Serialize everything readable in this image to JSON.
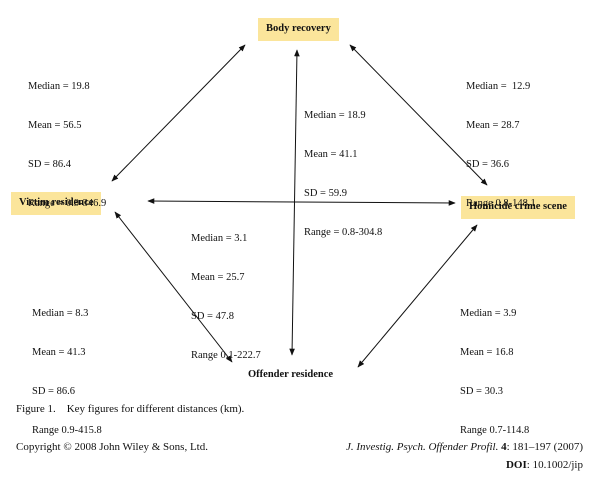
{
  "nodes": {
    "body_recovery": "Body recovery",
    "victim_residence": "Victim residence",
    "homicide_scene": "Homicide crime scene",
    "offender_residence": "Offender residence"
  },
  "edges": {
    "victim_body": [
      "Median = 19.8",
      "Mean = 56.5",
      "SD = 86.4",
      "Range = 0.9-346.9"
    ],
    "body_homicide": [
      "Median =  12.9",
      "Mean = 28.7",
      "SD = 36.6",
      "Range 0.8-148.1"
    ],
    "body_offender": [
      "Median = 18.9",
      "Mean = 41.1",
      "SD = 59.9",
      "Range = 0.8-304.8"
    ],
    "victim_homicide": [
      "Median = 3.1",
      "Mean = 25.7",
      "SD = 47.8",
      "Range 0.1-222.7"
    ],
    "victim_offender": [
      "Median = 8.3",
      "Mean = 41.3",
      "SD = 86.6",
      "Range 0.9-415.8"
    ],
    "homicide_offender": [
      "Median = 3.9",
      "Mean = 16.8",
      "SD = 30.3",
      "Range 0.7-114.8"
    ]
  },
  "caption": "Figure 1.    Key figures for different distances (km).",
  "footer": {
    "copyright": "Copyright © 2008 John Wiley & Sons, Ltd.",
    "journal": "J. Investig. Psych. Offender Profil.",
    "volume": "4",
    "pages": ": 181–197 (2007)",
    "doi_label": "DOI",
    "doi_value": ": 10.1002/jip"
  },
  "colors": {
    "node_fill": "#fbe59b",
    "line": "#111111"
  }
}
